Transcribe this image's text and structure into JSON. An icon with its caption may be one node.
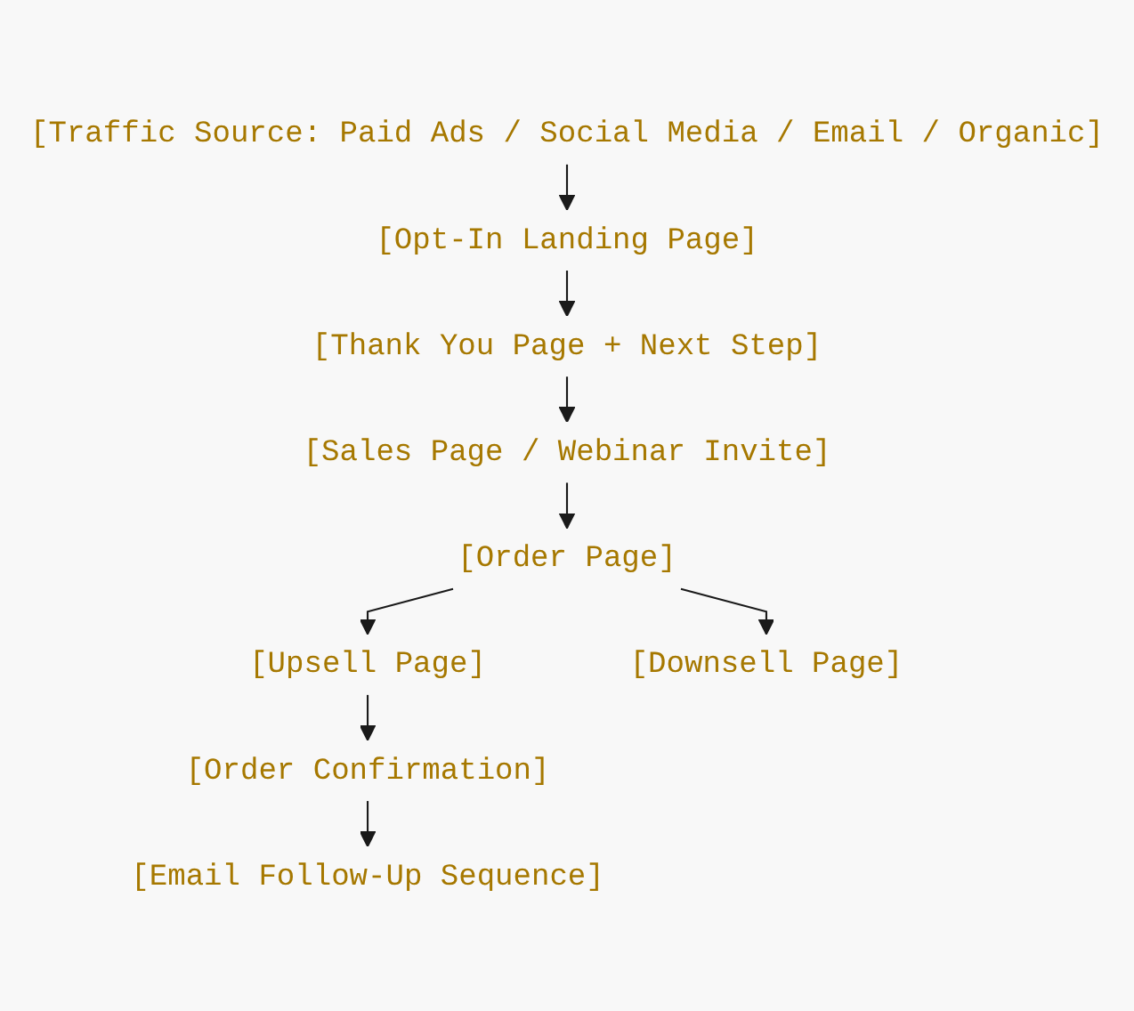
{
  "diagram": {
    "nodes": [
      {
        "text": [
          "[Traffic Source: Paid Ads / Social Media / Email / Organic]"
        ]
      },
      {
        "text": [
          "[Opt-In Landing Page]"
        ]
      },
      {
        "text": [
          "[Thank You Page + Next Step]"
        ]
      },
      {
        "text": [
          "[Sales Page / Webinar Invite]"
        ]
      },
      {
        "text": [
          "[Order Page]"
        ]
      },
      {
        "text": [
          "[Upsell Page]"
        ]
      },
      {
        "text": [
          "[Downsell Page]"
        ]
      },
      {
        "text": [
          "[Order Confirmation]"
        ]
      },
      {
        "text": [
          "[Email Follow-Up Sequence]"
        ]
      }
    ],
    "edges": [
      {
        "from": 0,
        "to": 1,
        "arrow": "to"
      },
      {
        "from": 1,
        "to": 2,
        "arrow": "to"
      },
      {
        "from": 2,
        "to": 3,
        "arrow": "to"
      },
      {
        "from": 3,
        "to": 4,
        "arrow": "to"
      },
      {
        "from": 4,
        "to": 5,
        "arrow": "to"
      },
      {
        "from": 4,
        "to": 6,
        "arrow": "to"
      },
      {
        "from": 5,
        "to": 7,
        "arrow": "to"
      },
      {
        "from": 7,
        "to": 8,
        "arrow": "to"
      }
    ]
  }
}
